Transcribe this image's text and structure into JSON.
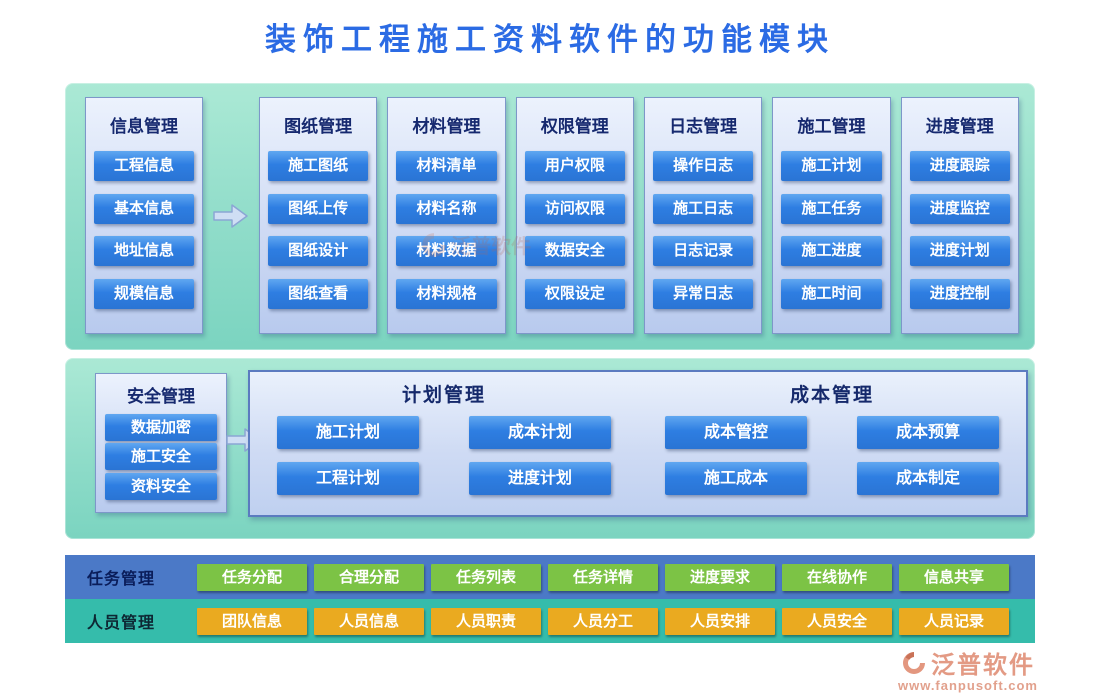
{
  "title": "装饰工程施工资料软件的功能模块",
  "colors": {
    "title_blue": "#2b6be4",
    "section_teal_top": "#abe9d5",
    "section_teal_bottom": "#7bd4c0",
    "panel_light_blue": "#ccd9f3",
    "button_blue": "#2e7ee2",
    "task_row_bg": "#4b79c7",
    "person_row_bg": "#35bcab",
    "button_green": "#7cc345",
    "button_orange": "#eaaa20",
    "brand_salmon": "#e39a84"
  },
  "top_section": {
    "columns": [
      {
        "header": "信息管理",
        "items": [
          "工程信息",
          "基本信息",
          "地址信息",
          "规模信息"
        ]
      },
      {
        "header": "图纸管理",
        "items": [
          "施工图纸",
          "图纸上传",
          "图纸设计",
          "图纸查看"
        ]
      },
      {
        "header": "材料管理",
        "items": [
          "材料清单",
          "材料名称",
          "材料数据",
          "材料规格"
        ]
      },
      {
        "header": "权限管理",
        "items": [
          "用户权限",
          "访问权限",
          "数据安全",
          "权限设定"
        ]
      },
      {
        "header": "日志管理",
        "items": [
          "操作日志",
          "施工日志",
          "日志记录",
          "异常日志"
        ]
      },
      {
        "header": "施工管理",
        "items": [
          "施工计划",
          "施工任务",
          "施工进度",
          "施工时间"
        ]
      },
      {
        "header": "进度管理",
        "items": [
          "进度跟踪",
          "进度监控",
          "进度计划",
          "进度控制"
        ]
      }
    ]
  },
  "middle_section": {
    "security": {
      "header": "安全管理",
      "items": [
        "数据加密",
        "施工安全",
        "资料安全"
      ]
    },
    "groups": [
      {
        "header": "计划管理",
        "items": [
          "施工计划",
          "成本计划",
          "工程计划",
          "进度计划"
        ]
      },
      {
        "header": "成本管理",
        "items": [
          "成本管控",
          "成本预算",
          "施工成本",
          "成本制定"
        ]
      }
    ]
  },
  "bottom_section": {
    "rows": [
      {
        "label": "任务管理",
        "items": [
          "任务分配",
          "合理分配",
          "任务列表",
          "任务详情",
          "进度要求",
          "在线协作",
          "信息共享"
        ]
      },
      {
        "label": "人员管理",
        "items": [
          "团队信息",
          "人员信息",
          "人员职责",
          "人员分工",
          "人员安排",
          "人员安全",
          "人员记录"
        ]
      }
    ]
  },
  "footer": {
    "brand_name": "泛普软件",
    "brand_url": "www.fanpusoft.com"
  }
}
